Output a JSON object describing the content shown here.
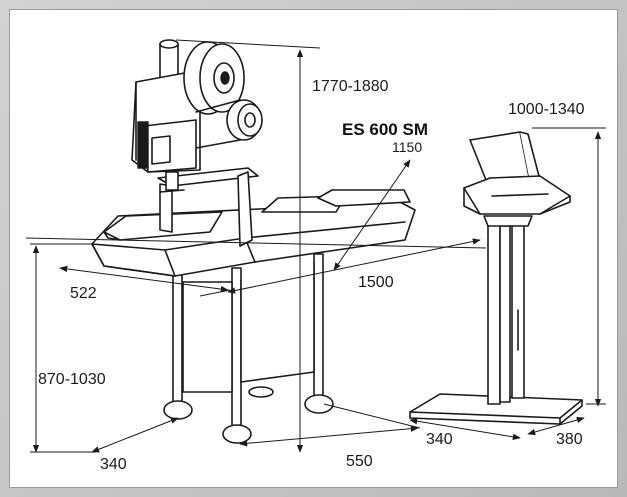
{
  "diagram": {
    "model": "ES 600 SM",
    "dimensions": {
      "machine_height": "1770-1880",
      "terminal_height": "1000-1340",
      "table_width_top": "1150",
      "table_length": "1500",
      "conveyor_width": "522",
      "working_height": "870-1030",
      "leg_depth": "340",
      "leg_span": "550",
      "terminal_base_depth": "340",
      "terminal_base_width": "380"
    }
  },
  "colors": {
    "frame": "#c9c9c9",
    "panel": "#ffffff",
    "line": "#1a1a1a"
  }
}
